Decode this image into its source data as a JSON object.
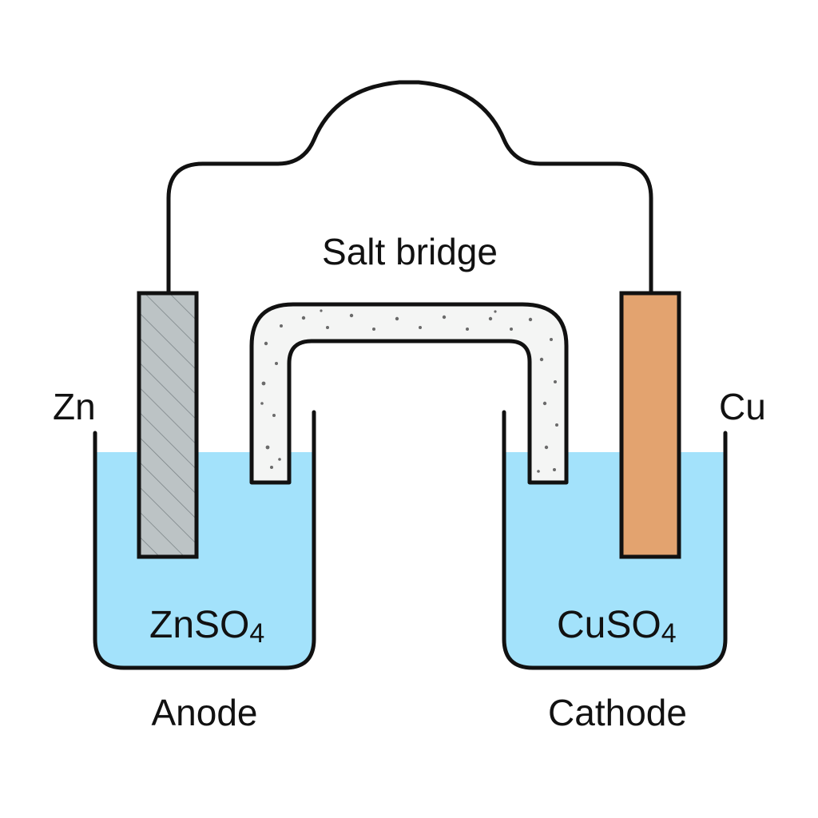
{
  "labels": {
    "salt_bridge": "Salt bridge",
    "anode_metal": "Zn",
    "cathode_metal": "Cu",
    "anode_solution": "ZnSO",
    "anode_solution_subscript": "4",
    "cathode_solution": "CuSO",
    "cathode_solution_subscript": "4",
    "anode": "Anode",
    "cathode": "Cathode"
  },
  "colors": {
    "solution": "#a3e2fb",
    "zinc": "#bcc3c5",
    "copper": "#e3a36f",
    "bridge_fill": "#f4f5f4",
    "outline": "#111111"
  }
}
